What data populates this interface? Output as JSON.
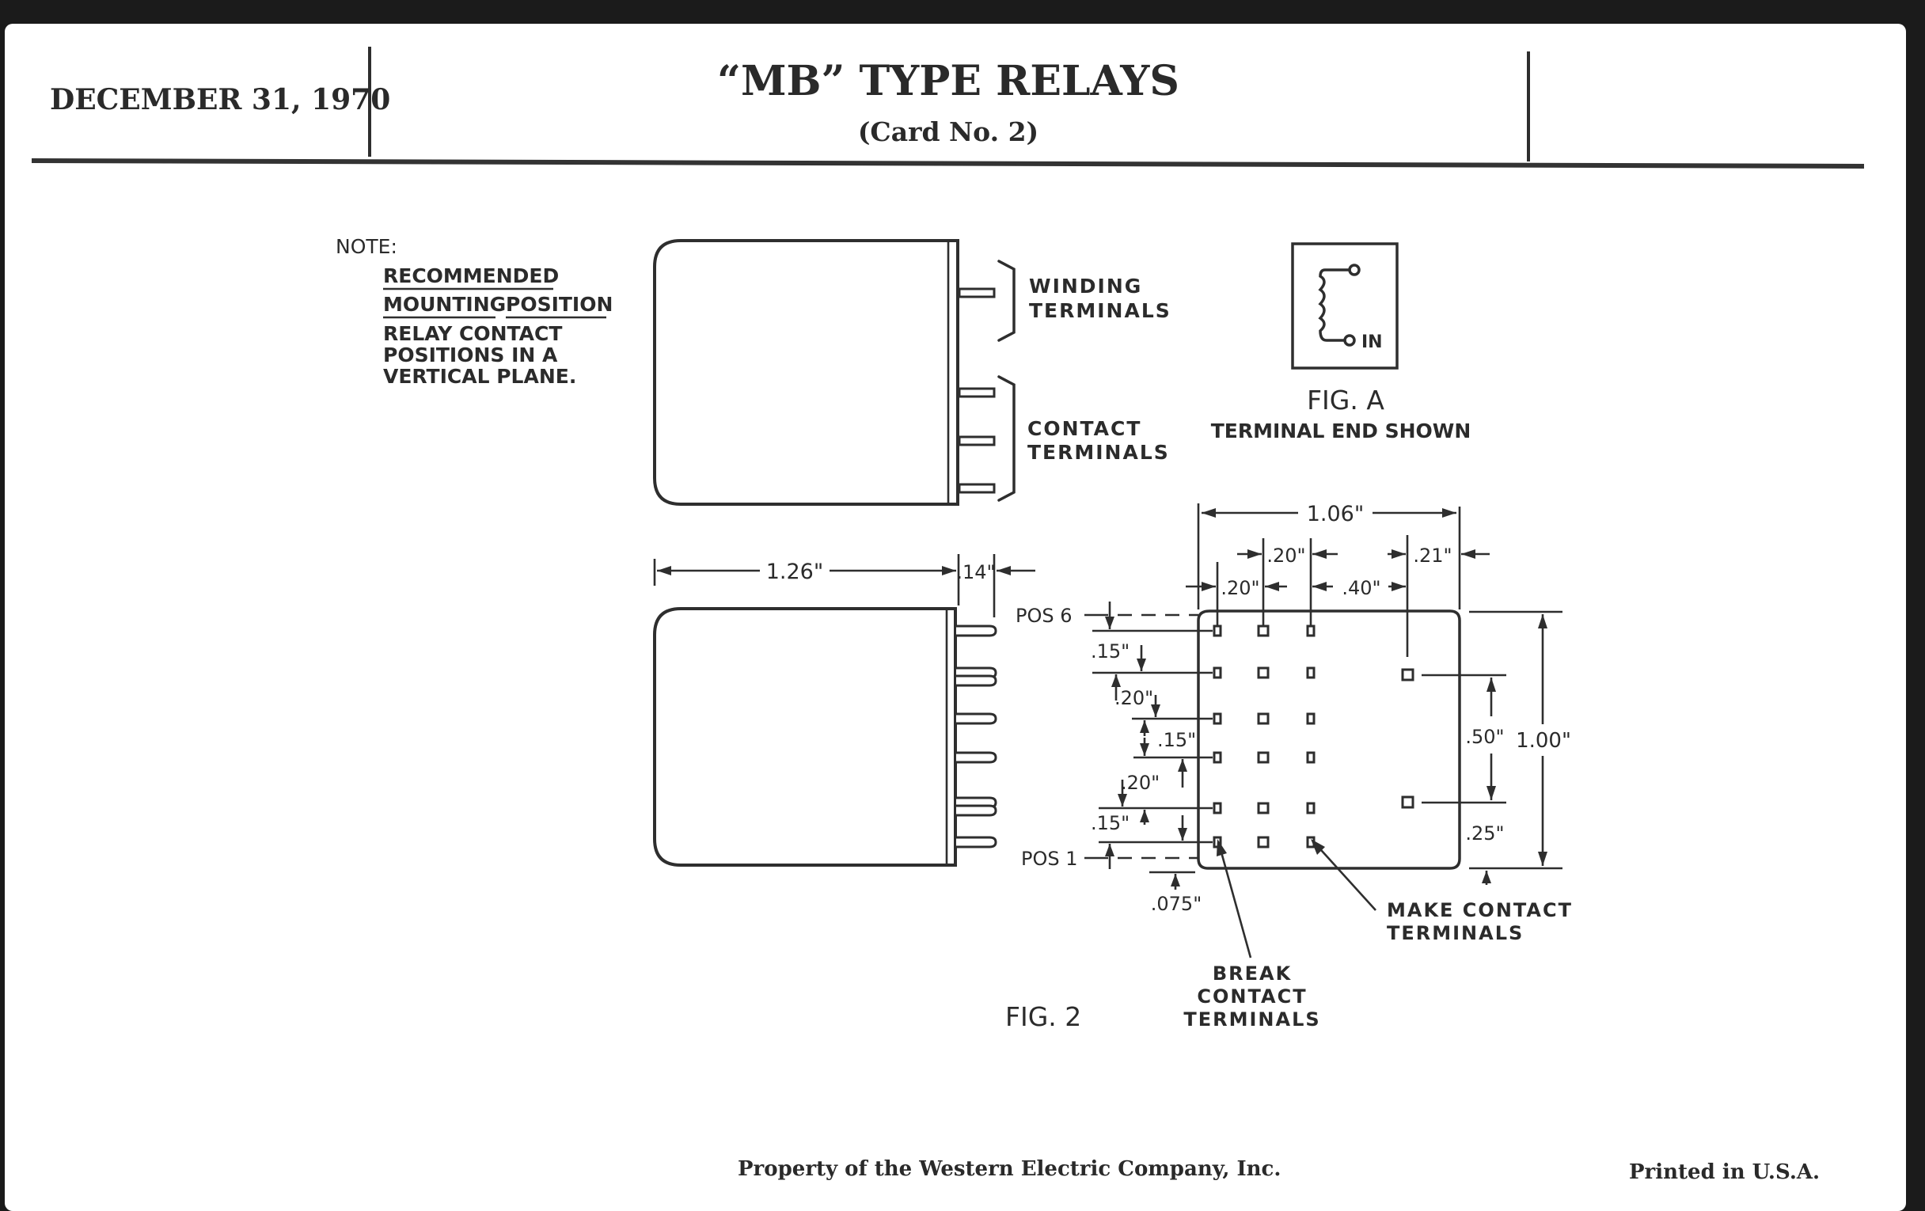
{
  "header": {
    "date": "DECEMBER 31, 1970",
    "title": "“MB” TYPE RELAYS",
    "subtitle": "(Card No. 2)"
  },
  "note": {
    "label": "NOTE:",
    "underlined_lines": [
      "RECOMMENDED",
      "MOUNTING",
      "POSITION"
    ],
    "body_lines": [
      "RELAY CONTACT",
      "POSITIONS IN A",
      "VERTICAL PLANE."
    ]
  },
  "side_view": {
    "winding_label": [
      "WINDING",
      "TERMINALS"
    ],
    "contact_label": [
      "CONTACT",
      "TERMINALS"
    ]
  },
  "fig_a": {
    "terminal_label": "IN",
    "caption": "FIG. A",
    "subcaption": "TERMINAL END SHOWN"
  },
  "fig_2": {
    "caption": "FIG. 2",
    "pos_top": "POS 6",
    "pos_bottom": "POS 1",
    "dims": {
      "body_length": "1.26\"",
      "terminal_length": ".14\"",
      "plate_width": "1.06\"",
      "col_spacing_a": ".20\"",
      "col_spacing_b": ".20\"",
      "col_gap": ".40\"",
      "right_margin": ".21\"",
      "row_15_a": ".15\"",
      "row_20_a": ".20\"",
      "row_15_b": ".15\"",
      "row_20_b": ".20\"",
      "row_15_c": ".15\"",
      "bottom_margin": ".075\"",
      "winding_spacing": ".50\"",
      "plate_height": "1.00\"",
      "winding_bottom": ".25\""
    },
    "break_label": [
      "BREAK",
      "CONTACT",
      "TERMINALS"
    ],
    "make_label": [
      "MAKE CONTACT",
      "TERMINALS"
    ]
  },
  "footer": {
    "property": "Property of the Western Electric Company, Inc.",
    "printed": "Printed in U.S.A."
  }
}
